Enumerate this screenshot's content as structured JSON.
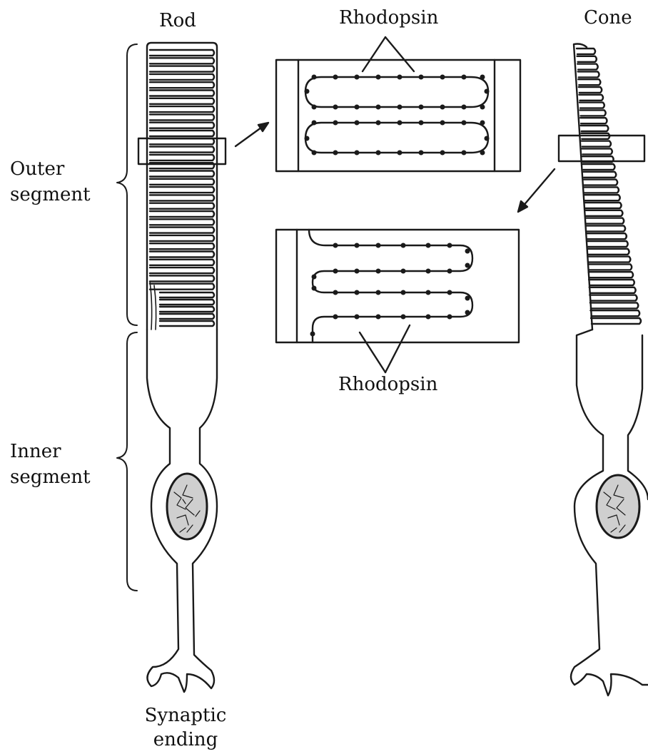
{
  "labels": {
    "rod": "Rod",
    "cone": "Cone",
    "rhodopsin_top": "Rhodopsin",
    "rhodopsin_bottom": "Rhodopsin",
    "outer_segment_1": "Outer",
    "outer_segment_2": "segment",
    "inner_segment_1": "Inner",
    "inner_segment_2": "segment",
    "synaptic_1": "Synaptic",
    "synaptic_2": "ending"
  },
  "colors": {
    "ink": "#1a1a1a",
    "background": "#ffffff"
  }
}
